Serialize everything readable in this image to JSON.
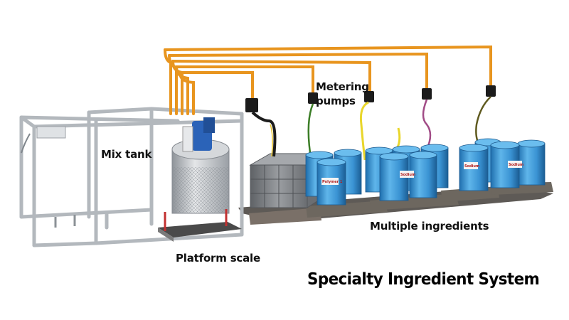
{
  "title": "Specialty Ingredient System",
  "labels": {
    "mix_tank": "Mix tank",
    "metering_pumps": "Metering pumps",
    "platform_scale": "Platform scale",
    "multiple_ingredients": "Multiple ingredients"
  },
  "barrel_tags": [
    "Polymer 1",
    "Sodium",
    "Sodium",
    "Sodium"
  ],
  "colors": {
    "pipe": "#e8951f",
    "frame": "#b9bec3",
    "barrel": "#3d97d6",
    "pump": "#1b1b1b",
    "tote": "#7b7d80",
    "pallet": "#6a6560"
  }
}
